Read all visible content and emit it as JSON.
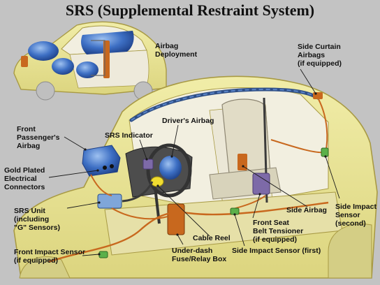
{
  "title": "SRS (Supplemental Restraint System)",
  "labels": {
    "airbag_deployment": [
      "Airbag",
      "Deployment"
    ],
    "side_curtain": [
      "Side Curtain",
      "Airbags",
      "(if equipped)"
    ],
    "front_passenger": [
      "Front",
      "Passenger's",
      "Airbag"
    ],
    "srs_indicator": [
      "SRS Indicator"
    ],
    "drivers_airbag": [
      "Driver's Airbag"
    ],
    "gold_plated": [
      "Gold Plated",
      "Electrical",
      "Connectors"
    ],
    "srs_unit": [
      "SRS Unit",
      "(including",
      "\"G\" Sensors)"
    ],
    "front_impact": [
      "Front Impact Sensor",
      "(if equipped)"
    ],
    "cable_reel": [
      "Cable Reel"
    ],
    "underdash": [
      "Under-dash",
      "Fuse/Relay Box"
    ],
    "side_impact_first": [
      "Side Impact Sensor (first)"
    ],
    "front_seat_belt": [
      "Front Seat",
      "Belt Tensioner",
      "(if equipped)"
    ],
    "side_airbag": [
      "Side Airbag"
    ],
    "side_impact_second": [
      "Side Impact",
      "Sensor",
      "(second)"
    ]
  },
  "colors": {
    "background": "#c3c3c3",
    "car_body": "#e9e49a",
    "car_outline": "#a89a44",
    "interior": "#f2efe0",
    "airbag_blue": "#3d6fc4",
    "wire_orange": "#c8681e",
    "harness_dark": "#3a3a3a",
    "sensor_green": "#5bb04a"
  }
}
